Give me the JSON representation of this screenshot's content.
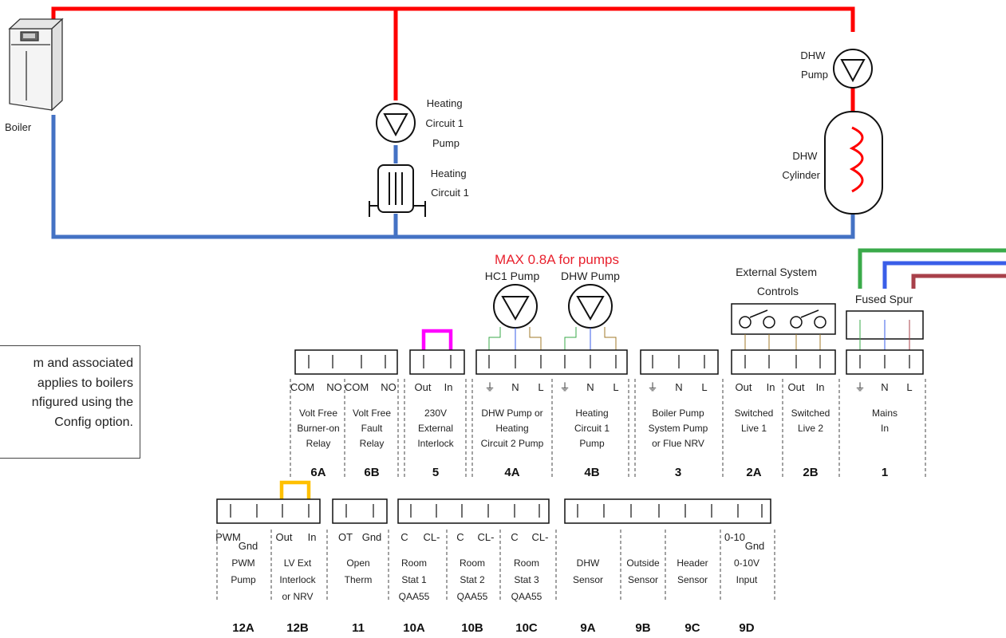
{
  "colors": {
    "flow": "#ff0000",
    "return": "#4472c4",
    "earth_wire": "#3aaa4a",
    "neutral_wire": "#3a5ee8",
    "live_wire": "#a8404a",
    "interlock_link_230v": "#ff00ff",
    "interlock_link_lv": "#ffc000",
    "warning_text": "#e8222e"
  },
  "hydraulics": {
    "boiler": "Boiler",
    "hc1_pump": [
      "Heating",
      "Circuit 1",
      "Pump"
    ],
    "hc1_radiator": [
      "Heating",
      "Circuit 1"
    ],
    "dhw_pump": [
      "DHW",
      "Pump"
    ],
    "dhw_cylinder": [
      "DHW",
      "Cylinder"
    ]
  },
  "warning": "MAX 0.8A for pumps",
  "labels": {
    "hc1_pump": "HC1 Pump",
    "dhw_pump": "DHW Pump",
    "external_controls": [
      "External System",
      "Controls"
    ],
    "fused_spur": "Fused Spur"
  },
  "note_lines": [
    "m and associated",
    "applies to boilers",
    "nfigured using the",
    "Config option."
  ],
  "terminals_top": [
    {
      "id": "6A",
      "pins": [
        "COM",
        "NO"
      ],
      "desc": [
        "Volt Free",
        "Burner-on",
        "Relay"
      ]
    },
    {
      "id": "6B",
      "pins": [
        "COM",
        "NO"
      ],
      "desc": [
        "Volt Free",
        "Fault",
        "Relay"
      ]
    },
    {
      "id": "5",
      "pins": [
        "Out",
        "In"
      ],
      "desc": [
        "230V",
        "External",
        "Interlock"
      ]
    },
    {
      "id": "4A",
      "pins": [
        "⏚",
        "N",
        "L"
      ],
      "desc": [
        "DHW Pump or",
        "Heating",
        "Circuit 2 Pump"
      ]
    },
    {
      "id": "4B",
      "pins": [
        "⏚",
        "N",
        "L"
      ],
      "desc": [
        "Heating",
        "Circuit 1",
        "Pump"
      ]
    },
    {
      "id": "3",
      "pins": [
        "⏚",
        "N",
        "L"
      ],
      "desc": [
        "Boiler Pump",
        "System Pump",
        "or Flue NRV"
      ]
    },
    {
      "id": "2A",
      "pins": [
        "Out",
        "In"
      ],
      "desc": [
        "Switched",
        "Live 1"
      ]
    },
    {
      "id": "2B",
      "pins": [
        "Out",
        "In"
      ],
      "desc": [
        "Switched",
        "Live 2"
      ]
    },
    {
      "id": "1",
      "pins": [
        "⏚",
        "N",
        "L"
      ],
      "desc": [
        "Mains",
        "In"
      ]
    }
  ],
  "terminals_bottom": [
    {
      "id": "12A",
      "pins": [
        "PWM",
        "Gnd"
      ],
      "desc": [
        "PWM",
        "Pump"
      ]
    },
    {
      "id": "12B",
      "pins": [
        "Out",
        "In"
      ],
      "desc": [
        "LV Ext",
        "Interlock",
        "or NRV"
      ]
    },
    {
      "id": "11",
      "pins": [
        "OT",
        "Gnd"
      ],
      "desc": [
        "Open",
        "Therm"
      ]
    },
    {
      "id": "10A",
      "pins": [
        "C",
        "CL-"
      ],
      "desc": [
        "Room",
        "Stat 1",
        "QAA55"
      ]
    },
    {
      "id": "10B",
      "pins": [
        "C",
        "CL-"
      ],
      "desc": [
        "Room",
        "Stat 2",
        "QAA55"
      ]
    },
    {
      "id": "10C",
      "pins": [
        "C",
        "CL-"
      ],
      "desc": [
        "Room",
        "Stat 3",
        "QAA55"
      ]
    },
    {
      "id": "9A",
      "pins": [],
      "desc": [
        "DHW",
        "Sensor"
      ]
    },
    {
      "id": "9B",
      "pins": [],
      "desc": [
        "Outside",
        "Sensor"
      ]
    },
    {
      "id": "9C",
      "pins": [],
      "desc": [
        "Header",
        "Sensor"
      ]
    },
    {
      "id": "9D",
      "pins": [
        "0-10",
        "Gnd"
      ],
      "desc": [
        "0-10V",
        "Input"
      ]
    }
  ]
}
